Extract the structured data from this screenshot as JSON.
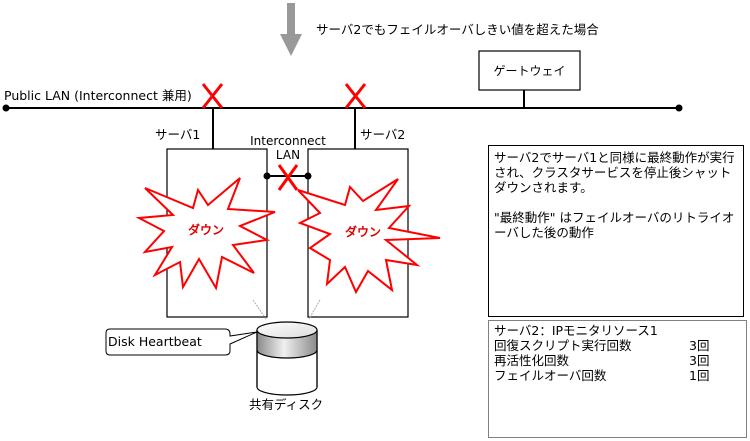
{
  "caption": "サーバ2でもフェイルオーバしきい値を超えた場合",
  "network": {
    "public_lan_label": "Public LAN (Interconnect 兼用)",
    "gateway_label": "ゲートウェイ",
    "interconnect_label_line1": "Interconnect",
    "interconnect_label_line2": "LAN"
  },
  "servers": [
    {
      "label": "サーバ1",
      "status": "ダウン"
    },
    {
      "label": "サーバ2",
      "status": "ダウン"
    }
  ],
  "disk": {
    "label": "共有ディスク",
    "heartbeat_label": "Disk Heartbeat"
  },
  "description": {
    "paragraph1": "サーバ2でサーバ1と同様に最終動作が実行され、クラスタサービスを停止後シャットダウンされます。",
    "paragraph2": "\"最終動作\" はフェイルオーバのリトライオーバした後の動作"
  },
  "monitor": {
    "title": "サーバ2：IPモニタリソース1",
    "rows": [
      {
        "label": "回復スクリプト実行回数",
        "value": "3回"
      },
      {
        "label": "再活性化回数",
        "value": "3回"
      },
      {
        "label": "フェイルオーバ回数",
        "value": "1回"
      }
    ]
  },
  "colors": {
    "failure": "#ff0000",
    "arrow": "#999999",
    "line": "#000000"
  }
}
